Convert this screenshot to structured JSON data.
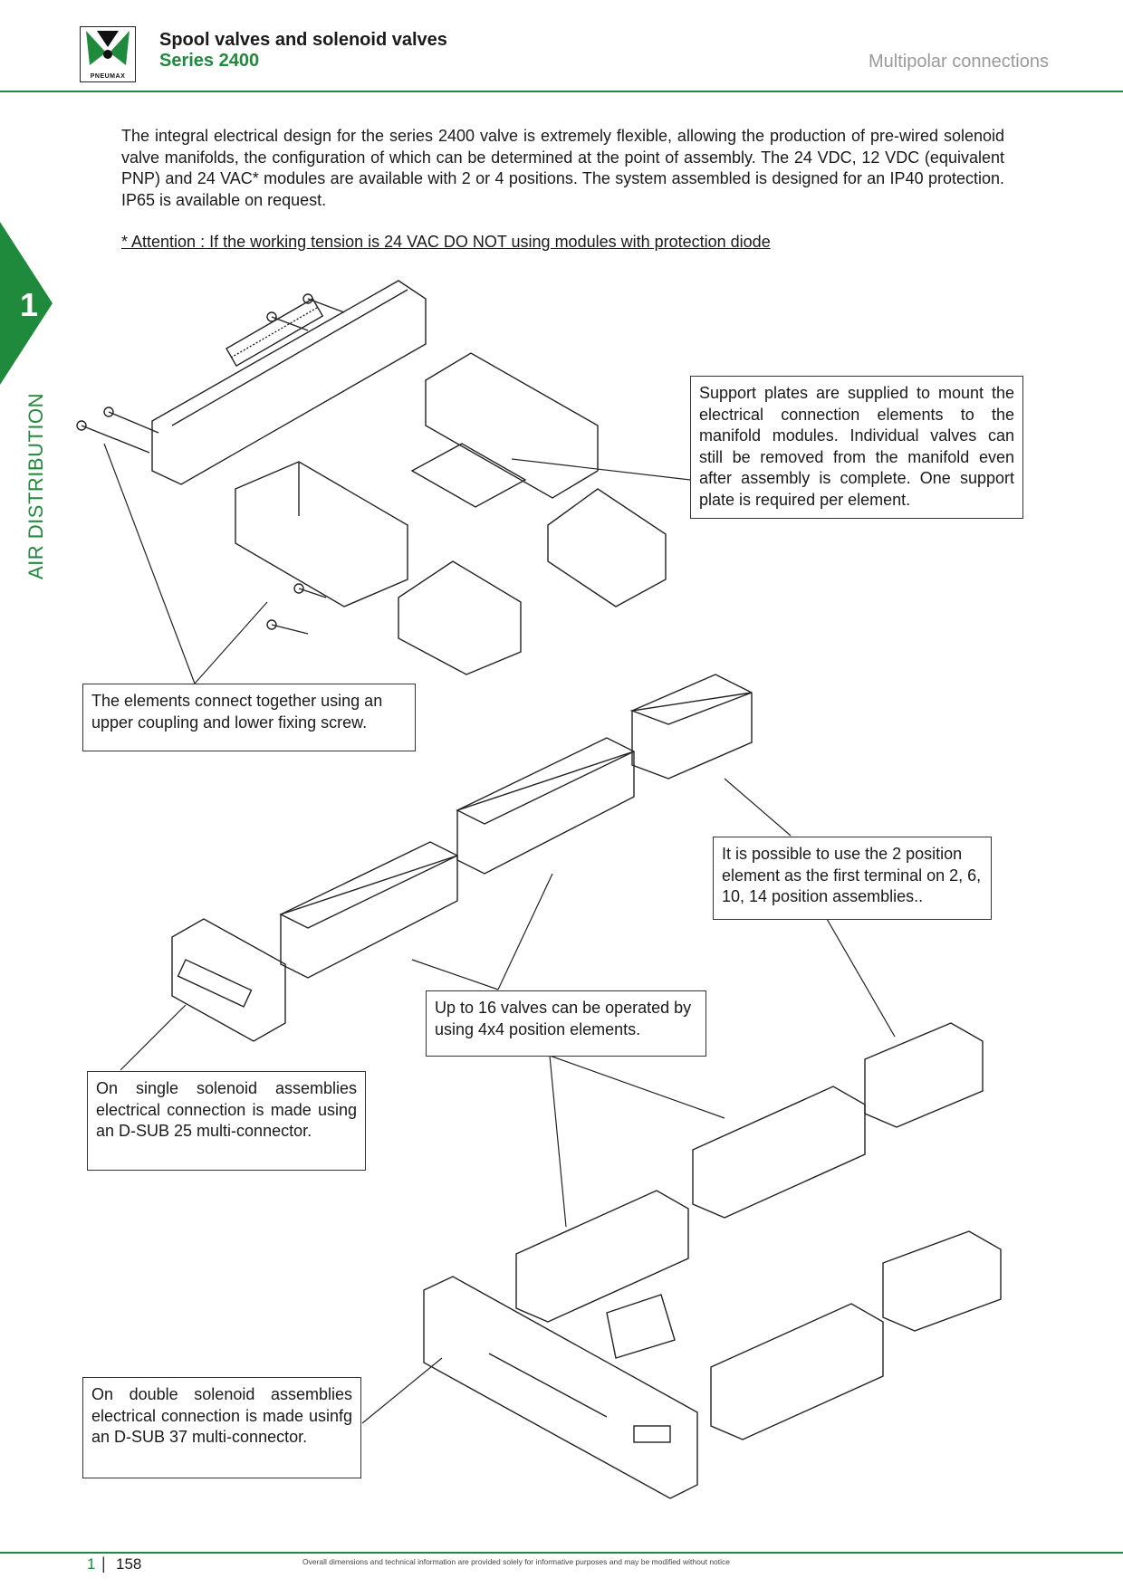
{
  "header": {
    "logo_text": "PNEUMAX",
    "title": "Spool valves and solenoid valves",
    "series": "Series 2400",
    "section": "Multipolar connections"
  },
  "sidebar": {
    "chapter_number": "1",
    "chapter_label": "AIR DISTRIBUTION"
  },
  "intro": {
    "text": "The integral electrical design for the series 2400 valve is extremely flexible, allowing the production of pre-wired solenoid valve manifolds, the configuration of which can be determined at the point of assembly. The 24 VDC, 12 VDC (equivalent PNP) and 24 VAC* modules are available with 2 or 4 positions. The system assembled is designed for an IP40 protection. IP65 is available on request.",
    "attention": "* Attention : If the working tension is 24 VAC DO NOT using modules with protection diode"
  },
  "callouts": {
    "support_plates": "Support plates are supplied to mount the electrical connection elements to the manifold modules. Individual valves can still be removed from the manifold even after assembly is complete. One support plate is required per element.",
    "elements_connect": "The elements connect together using an upper coupling and lower fixing screw.",
    "two_position": "It is possible to use the 2 position element as the first terminal on 2, 6, 10, 14 position assemblies..",
    "sixteen_valves": "Up to 16 valves can be operated by using 4x4 position elements.",
    "single_solenoid": "On single solenoid assemblies electrical connection is made using an D-SUB 25 multi-connector.",
    "double_solenoid": "On double solenoid assemblies electrical connection is made usinfg an D-SUB 37 multi-connector."
  },
  "footer": {
    "section": "1",
    "separator": "|",
    "page": "158",
    "disclaimer": "Overall dimensions and technical information are provided solely for informative purposes and may be modified without notice"
  },
  "colors": {
    "brand_green": "#1f8a3c",
    "header_grey": "#9a9a9a"
  }
}
